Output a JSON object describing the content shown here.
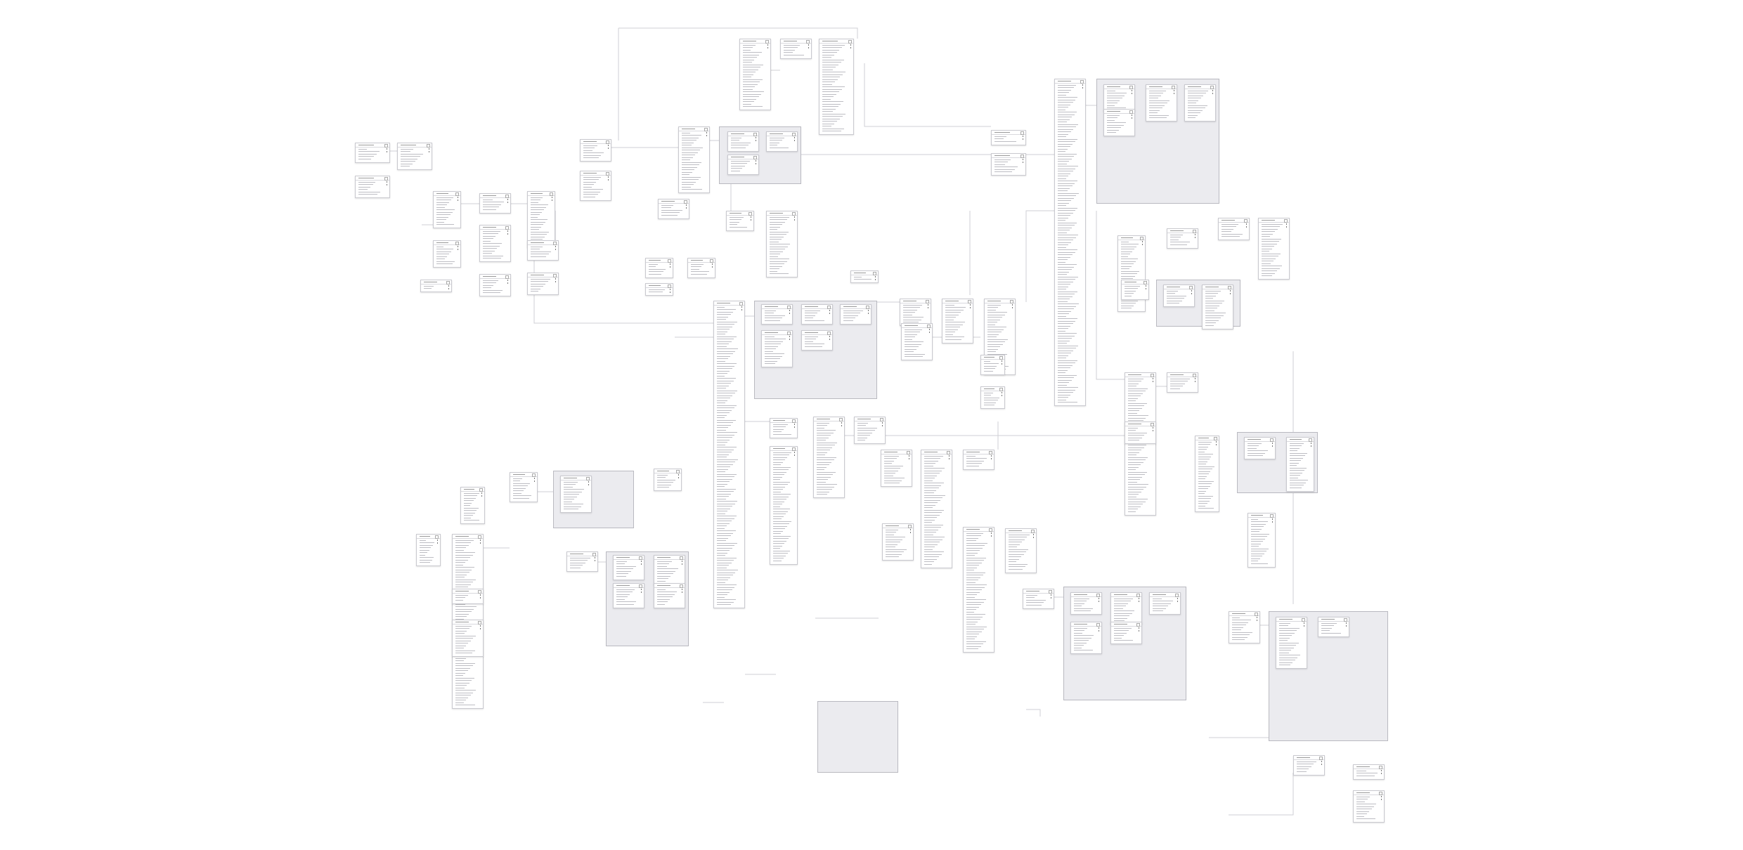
{
  "diagram": {
    "type": "entity-relationship",
    "line_color": "#cfcfd4",
    "group_color": "#ebebef",
    "table_border_color": "#c9c9cf"
  },
  "tables": [
    {
      "fields": 5
    },
    {
      "fields": 8
    },
    {
      "fields": 6
    },
    {
      "fields": 12
    },
    {
      "fields": 5
    },
    {
      "fields": 20
    },
    {
      "fields": 12
    },
    {
      "fields": 8
    },
    {
      "fields": 5
    },
    {
      "fields": 6
    },
    {
      "fields": 6
    },
    {
      "fields": 2
    },
    {
      "fields": 6
    },
    {
      "fields": 9
    },
    {
      "fields": 24
    },
    {
      "fields": 5
    },
    {
      "fields": 5
    },
    {
      "fields": 24
    },
    {
      "fields": 5
    },
    {
      "fields": 5
    },
    {
      "fields": 2
    },
    {
      "fields": 2
    },
    {
      "fields": 26
    },
    {
      "fields": 5
    },
    {
      "fields": 36
    },
    {
      "fields": 3
    },
    {
      "fields": 6
    },
    {
      "fields": 130
    },
    {
      "fields": 8
    },
    {
      "fields": 8
    },
    {
      "fields": 12
    },
    {
      "fields": 12
    },
    {
      "fields": 5
    },
    {
      "fields": 5
    },
    {
      "fields": 5
    },
    {
      "fields": 28
    },
    {
      "fields": 5
    },
    {
      "fields": 6
    },
    {
      "fields": 22
    },
    {
      "fields": 6
    },
    {
      "fields": 15
    },
    {
      "fields": 8
    },
    {
      "fields": 15
    },
    {
      "fields": 28
    },
    {
      "fields": 5
    },
    {
      "fields": 122
    },
    {
      "fields": 5
    },
    {
      "fields": 5
    },
    {
      "fields": 5
    },
    {
      "fields": 12
    },
    {
      "fields": 5
    },
    {
      "fields": 12
    },
    {
      "fields": 5
    },
    {
      "fields": 6
    },
    {
      "fields": 55
    },
    {
      "fields": 5
    },
    {
      "fields": 6
    },
    {
      "fields": 6
    },
    {
      "fields": 28
    },
    {
      "fields": 19
    },
    {
      "fields": 6
    },
    {
      "fields": 19
    },
    {
      "fields": 12
    },
    {
      "fields": 9
    },
    {
      "fields": 12
    },
    {
      "fields": 68
    },
    {
      "fields": 10
    },
    {
      "fields": 3
    },
    {
      "fields": 12
    },
    {
      "fields": 5
    },
    {
      "fields": 7
    },
    {
      "fields": 9
    },
    {
      "fields": 7
    },
    {
      "fields": 7
    },
    {
      "fields": 30
    },
    {
      "fields": 5
    },
    {
      "fields": 45
    },
    {
      "fields": 8
    },
    {
      "fields": 12
    },
    {
      "fields": 45
    },
    {
      "fields": 5
    },
    {
      "fields": 12
    },
    {
      "fields": 48
    },
    {
      "fields": 15
    },
    {
      "fields": 5
    },
    {
      "fields": 6
    },
    {
      "fields": 10
    },
    {
      "fields": 6
    },
    {
      "fields": 10
    },
    {
      "fields": 6
    },
    {
      "fields": 10
    },
    {
      "fields": 18
    },
    {
      "fields": 5
    },
    {
      "fields": 5
    },
    {
      "fields": 3
    },
    {
      "fields": 10
    }
  ]
}
